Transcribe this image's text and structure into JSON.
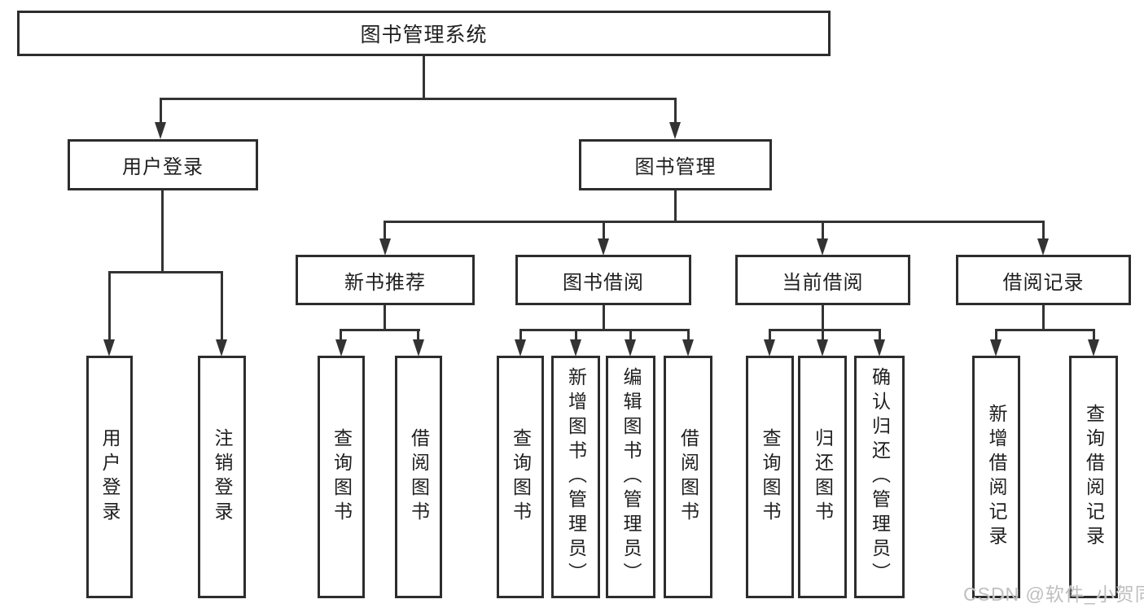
{
  "diagram": {
    "root": {
      "label": "图书管理系统"
    },
    "level2": [
      {
        "label": "用户登录"
      },
      {
        "label": "图书管理"
      }
    ],
    "level3": [
      {
        "label": "新书推荐"
      },
      {
        "label": "图书借阅"
      },
      {
        "label": "当前借阅"
      },
      {
        "label": "借阅记录"
      }
    ],
    "leaves": {
      "user_login": [
        "用户登录",
        "注销登录"
      ],
      "new_books": [
        "查询图书",
        "借阅图书"
      ],
      "book_borrow": [
        "查询图书",
        "新增图书（管理员）",
        "编辑图书（管理员）",
        "借阅图书"
      ],
      "current_borrow": [
        "查询图书",
        "归还图书",
        "确认归还（管理员）"
      ],
      "borrow_records": [
        "新增借阅记录",
        "查询借阅记录"
      ]
    },
    "watermark": "CSDN @软件_小贺同学",
    "colors": {
      "background": "#ffffff",
      "border": "#2d2d2d",
      "line": "#333333",
      "text": "#1f1f1f",
      "watermark": "#bfbfbf"
    }
  }
}
